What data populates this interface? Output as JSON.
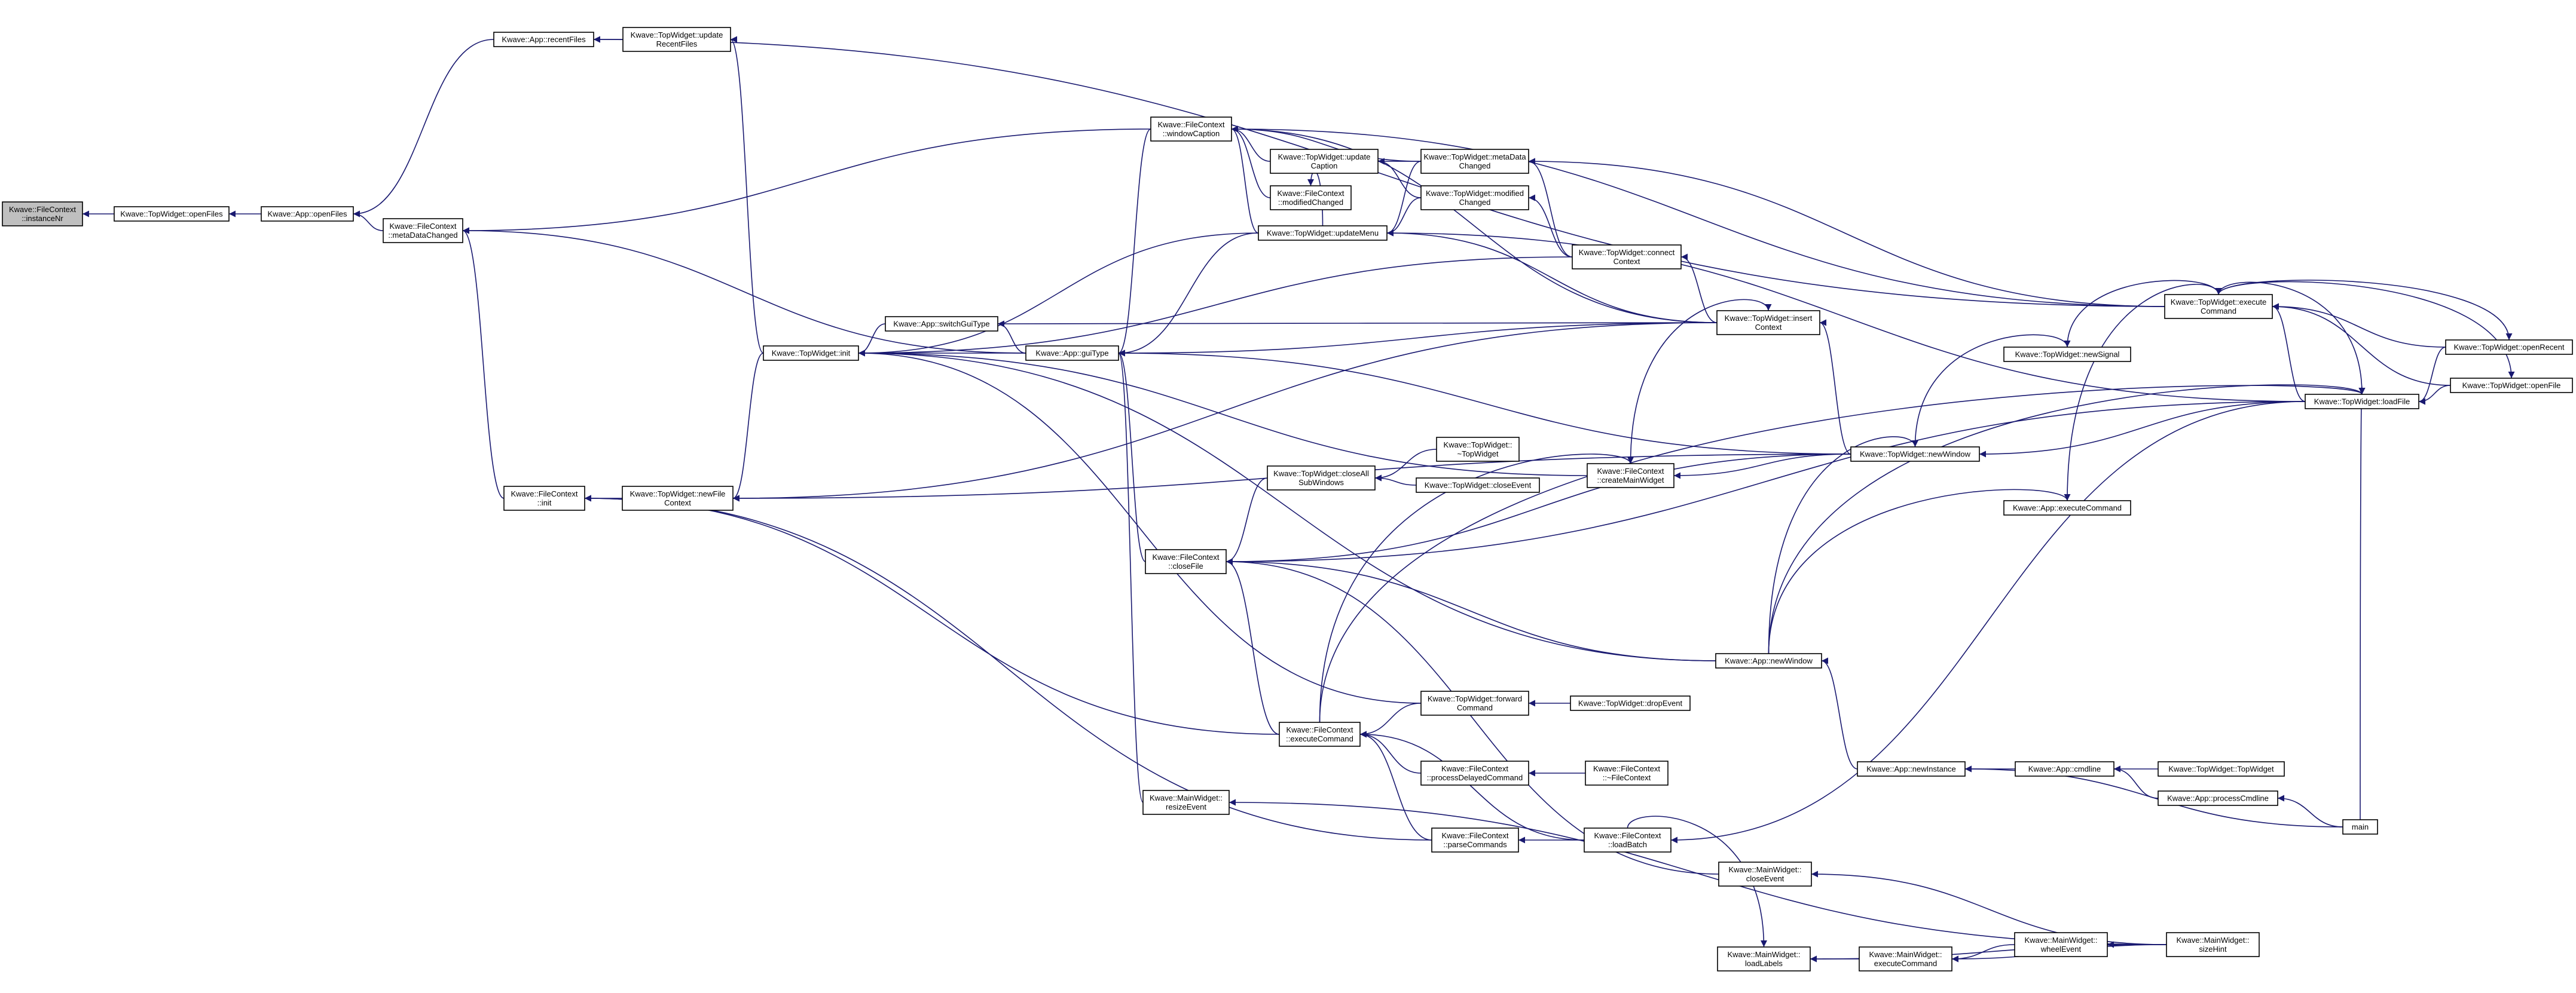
{
  "graph": {
    "colors": {
      "edge": "#191970",
      "node_border": "#000000",
      "focus_fill": "#bfbfbf",
      "node_fill": "#ffffff"
    },
    "nodes": [
      {
        "id": "instanceNr",
        "lines": [
          "Kwave::FileContext",
          "::instanceNr"
        ],
        "focus": true
      },
      {
        "id": "tw_openFiles",
        "lines": [
          "Kwave::TopWidget::openFiles"
        ]
      },
      {
        "id": "app_openFiles",
        "lines": [
          "Kwave::App::openFiles"
        ]
      },
      {
        "id": "fc_metaDataChanged",
        "lines": [
          "Kwave::FileContext",
          "::metaDataChanged"
        ]
      },
      {
        "id": "app_recentFiles",
        "lines": [
          "Kwave::App::recentFiles"
        ]
      },
      {
        "id": "tw_updateRecentFiles",
        "lines": [
          "Kwave::TopWidget::update",
          "RecentFiles"
        ]
      },
      {
        "id": "fc_init",
        "lines": [
          "Kwave::FileContext",
          "::init"
        ]
      },
      {
        "id": "tw_newFileContext",
        "lines": [
          "Kwave::TopWidget::newFile",
          "Context"
        ]
      },
      {
        "id": "tw_init",
        "lines": [
          "Kwave::TopWidget::init"
        ]
      },
      {
        "id": "app_switchGuiType",
        "lines": [
          "Kwave::App::switchGuiType"
        ]
      },
      {
        "id": "app_guiType",
        "lines": [
          "Kwave::App::guiType"
        ]
      },
      {
        "id": "fc_windowCaption",
        "lines": [
          "Kwave::FileContext",
          "::windowCaption"
        ]
      },
      {
        "id": "tw_updateCaption",
        "lines": [
          "Kwave::TopWidget::update",
          "Caption"
        ]
      },
      {
        "id": "tw_metaDataChanged",
        "lines": [
          "Kwave::TopWidget::metaData",
          "Changed"
        ]
      },
      {
        "id": "fc_modifiedChanged",
        "lines": [
          "Kwave::FileContext",
          "::modifiedChanged"
        ]
      },
      {
        "id": "tw_modifiedChanged",
        "lines": [
          "Kwave::TopWidget::modified",
          "Changed"
        ]
      },
      {
        "id": "tw_updateMenu",
        "lines": [
          "Kwave::TopWidget::updateMenu"
        ]
      },
      {
        "id": "tw_connectContext",
        "lines": [
          "Kwave::TopWidget::connect",
          "Context"
        ]
      },
      {
        "id": "tw_insertContext",
        "lines": [
          "Kwave::TopWidget::insert",
          "Context"
        ]
      },
      {
        "id": "tw_executeCommand",
        "lines": [
          "Kwave::TopWidget::execute",
          "Command"
        ]
      },
      {
        "id": "tw_newSignal",
        "lines": [
          "Kwave::TopWidget::newSignal"
        ]
      },
      {
        "id": "tw_openRecent",
        "lines": [
          "Kwave::TopWidget::openRecent"
        ]
      },
      {
        "id": "tw_loadFile",
        "lines": [
          "Kwave::TopWidget::loadFile"
        ]
      },
      {
        "id": "tw_openFile",
        "lines": [
          "Kwave::TopWidget::openFile"
        ]
      },
      {
        "id": "tw_closeAllSubWindows",
        "lines": [
          "Kwave::TopWidget::closeAll",
          "SubWindows"
        ]
      },
      {
        "id": "tw_dtor",
        "lines": [
          "Kwave::TopWidget::",
          "~TopWidget"
        ]
      },
      {
        "id": "tw_closeEvent",
        "lines": [
          "Kwave::TopWidget::closeEvent"
        ]
      },
      {
        "id": "fc_createMainWidget",
        "lines": [
          "Kwave::FileContext",
          "::createMainWidget"
        ]
      },
      {
        "id": "tw_newWindow",
        "lines": [
          "Kwave::TopWidget::newWindow"
        ]
      },
      {
        "id": "app_executeCommand",
        "lines": [
          "Kwave::App::executeCommand"
        ]
      },
      {
        "id": "fc_closeFile",
        "lines": [
          "Kwave::FileContext",
          "::closeFile"
        ]
      },
      {
        "id": "app_newWindow",
        "lines": [
          "Kwave::App::newWindow"
        ]
      },
      {
        "id": "tw_forwardCommand",
        "lines": [
          "Kwave::TopWidget::forward",
          "Command"
        ]
      },
      {
        "id": "tw_dropEvent",
        "lines": [
          "Kwave::TopWidget::dropEvent"
        ]
      },
      {
        "id": "fc_executeCommand",
        "lines": [
          "Kwave::FileContext",
          "::executeCommand"
        ]
      },
      {
        "id": "fc_processDelayedCommand",
        "lines": [
          "Kwave::FileContext",
          "::processDelayedCommand"
        ]
      },
      {
        "id": "fc_dtor",
        "lines": [
          "Kwave::FileContext",
          "::~FileContext"
        ]
      },
      {
        "id": "app_newInstance",
        "lines": [
          "Kwave::App::newInstance"
        ]
      },
      {
        "id": "app_cmdline",
        "lines": [
          "Kwave::App::cmdline"
        ]
      },
      {
        "id": "tw_ctor",
        "lines": [
          "Kwave::TopWidget::TopWidget"
        ]
      },
      {
        "id": "app_processCmdline",
        "lines": [
          "Kwave::App::processCmdline"
        ]
      },
      {
        "id": "main",
        "lines": [
          "main"
        ]
      },
      {
        "id": "mw_resizeEvent",
        "lines": [
          "Kwave::MainWidget::",
          "resizeEvent"
        ]
      },
      {
        "id": "fc_parseCommands",
        "lines": [
          "Kwave::FileContext",
          "::parseCommands"
        ]
      },
      {
        "id": "fc_loadBatch",
        "lines": [
          "Kwave::FileContext",
          "::loadBatch"
        ]
      },
      {
        "id": "mw_closeEvent",
        "lines": [
          "Kwave::MainWidget::",
          "closeEvent"
        ]
      },
      {
        "id": "mw_loadLabels",
        "lines": [
          "Kwave::MainWidget::",
          "loadLabels"
        ]
      },
      {
        "id": "mw_executeCommand",
        "lines": [
          "Kwave::MainWidget::",
          "executeCommand"
        ]
      },
      {
        "id": "mw_wheelEvent",
        "lines": [
          "Kwave::MainWidget::",
          "wheelEvent"
        ]
      },
      {
        "id": "mw_sizeHint",
        "lines": [
          "Kwave::MainWidget::",
          "sizeHint"
        ]
      }
    ],
    "edges": [
      [
        "tw_openFiles",
        "instanceNr"
      ],
      [
        "app_openFiles",
        "tw_openFiles"
      ],
      [
        "fc_metaDataChanged",
        "app_openFiles"
      ],
      [
        "app_recentFiles",
        "app_openFiles"
      ],
      [
        "tw_updateRecentFiles",
        "app_recentFiles"
      ],
      [
        "tw_init",
        "tw_updateRecentFiles"
      ],
      [
        "fc_init",
        "fc_metaDataChanged"
      ],
      [
        "fc_windowCaption",
        "fc_metaDataChanged"
      ],
      [
        "app_guiType",
        "fc_metaDataChanged"
      ],
      [
        "tw_newFileContext",
        "fc_init"
      ],
      [
        "fc_executeCommand",
        "fc_init"
      ],
      [
        "fc_parseCommands",
        "fc_init"
      ],
      [
        "tw_init",
        "tw_newFileContext"
      ],
      [
        "tw_insertContext",
        "tw_newFileContext"
      ],
      [
        "tw_newWindow",
        "tw_newFileContext"
      ],
      [
        "app_switchGuiType",
        "tw_init"
      ],
      [
        "app_guiType",
        "tw_init"
      ],
      [
        "app_newWindow",
        "tw_init"
      ],
      [
        "app_guiType",
        "app_switchGuiType"
      ],
      [
        "fc_windowCaption",
        "app_guiType"
      ],
      [
        "tw_updateMenu",
        "app_guiType"
      ],
      [
        "tw_insertContext",
        "app_guiType"
      ],
      [
        "tw_newWindow",
        "app_guiType"
      ],
      [
        "fc_closeFile",
        "app_guiType"
      ],
      [
        "mw_resizeEvent",
        "app_guiType"
      ],
      [
        "tw_updateCaption",
        "fc_windowCaption"
      ],
      [
        "tw_metaDataChanged",
        "fc_windowCaption"
      ],
      [
        "fc_modifiedChanged",
        "fc_windowCaption"
      ],
      [
        "tw_updateMenu",
        "fc_windowCaption"
      ],
      [
        "tw_insertContext",
        "fc_windowCaption"
      ],
      [
        "tw_executeCommand",
        "fc_windowCaption"
      ],
      [
        "tw_metaDataChanged",
        "tw_updateCaption"
      ],
      [
        "tw_modifiedChanged",
        "tw_updateCaption"
      ],
      [
        "tw_connectContext",
        "tw_metaDataChanged"
      ],
      [
        "tw_connectContext",
        "tw_modifiedChanged"
      ],
      [
        "tw_updateMenu",
        "fc_modifiedChanged"
      ],
      [
        "tw_metaDataChanged",
        "tw_updateMenu"
      ],
      [
        "tw_modifiedChanged",
        "tw_updateMenu"
      ],
      [
        "tw_insertContext",
        "tw_updateMenu"
      ],
      [
        "tw_loadFile",
        "tw_updateMenu"
      ],
      [
        "tw_updateMenu",
        "tw_init"
      ],
      [
        "tw_connectContext",
        "tw_init"
      ],
      [
        "tw_insertContext",
        "tw_connectContext"
      ],
      [
        "tw_executeCommand",
        "app_recentFiles"
      ],
      [
        "tw_executeCommand",
        "tw_metaDataChanged"
      ],
      [
        "tw_insertContext",
        "app_switchGuiType"
      ],
      [
        "tw_newWindow",
        "tw_insertContext"
      ],
      [
        "fc_createMainWidget",
        "tw_insertContext"
      ],
      [
        "tw_newSignal",
        "tw_executeCommand"
      ],
      [
        "app_executeCommand",
        "tw_executeCommand"
      ],
      [
        "tw_openRecent",
        "tw_executeCommand"
      ],
      [
        "tw_loadFile",
        "tw_executeCommand"
      ],
      [
        "tw_openFile",
        "tw_executeCommand"
      ],
      [
        "tw_executeCommand",
        "tw_openRecent"
      ],
      [
        "tw_executeCommand",
        "tw_openFile"
      ],
      [
        "tw_openRecent",
        "tw_loadFile"
      ],
      [
        "tw_openFile",
        "tw_loadFile"
      ],
      [
        "tw_executeCommand",
        "tw_loadFile"
      ],
      [
        "tw_newWindow",
        "tw_newSignal"
      ],
      [
        "tw_loadFile",
        "tw_newWindow"
      ],
      [
        "app_newWindow",
        "tw_newWindow"
      ],
      [
        "tw_newWindow",
        "fc_createMainWidget"
      ],
      [
        "tw_closeAllSubWindows",
        "fc_closeFile"
      ],
      [
        "tw_dtor",
        "tw_closeAllSubWindows"
      ],
      [
        "tw_closeEvent",
        "tw_closeAllSubWindows"
      ],
      [
        "fc_createMainWidget",
        "tw_init"
      ],
      [
        "fc_executeCommand",
        "fc_createMainWidget"
      ],
      [
        "tw_loadFile",
        "fc_closeFile"
      ],
      [
        "tw_newWindow",
        "fc_closeFile"
      ],
      [
        "fc_executeCommand",
        "fc_closeFile"
      ],
      [
        "mw_closeEvent",
        "fc_closeFile"
      ],
      [
        "app_newWindow",
        "fc_closeFile"
      ],
      [
        "app_newInstance",
        "app_newWindow"
      ],
      [
        "app_newWindow",
        "app_executeCommand"
      ],
      [
        "app_newWindow",
        "tw_loadFile"
      ],
      [
        "tw_forwardCommand",
        "fc_executeCommand"
      ],
      [
        "tw_forwardCommand",
        "tw_init"
      ],
      [
        "tw_dropEvent",
        "tw_forwardCommand"
      ],
      [
        "fc_processDelayedCommand",
        "fc_executeCommand"
      ],
      [
        "fc_dtor",
        "fc_processDelayedCommand"
      ],
      [
        "fc_loadBatch",
        "fc_executeCommand"
      ],
      [
        "fc_parseCommands",
        "fc_executeCommand"
      ],
      [
        "fc_executeCommand",
        "tw_loadFile"
      ],
      [
        "fc_loadBatch",
        "fc_parseCommands"
      ],
      [
        "tw_loadFile",
        "fc_loadBatch"
      ],
      [
        "app_cmdline",
        "app_newInstance"
      ],
      [
        "main",
        "app_newInstance"
      ],
      [
        "tw_ctor",
        "app_cmdline"
      ],
      [
        "app_processCmdline",
        "app_cmdline"
      ],
      [
        "main",
        "app_processCmdline"
      ],
      [
        "main",
        "tw_loadFile"
      ],
      [
        "mw_sizeHint",
        "mw_resizeEvent"
      ],
      [
        "mw_sizeHint",
        "mw_closeEvent"
      ],
      [
        "mw_executeCommand",
        "mw_loadLabels"
      ],
      [
        "fc_loadBatch",
        "mw_loadLabels"
      ],
      [
        "mw_wheelEvent",
        "mw_executeCommand"
      ],
      [
        "mw_sizeHint",
        "mw_executeCommand"
      ],
      [
        "mw_sizeHint",
        "mw_wheelEvent"
      ],
      [
        "mw_sizeHint",
        "mw_loadLabels"
      ]
    ]
  }
}
